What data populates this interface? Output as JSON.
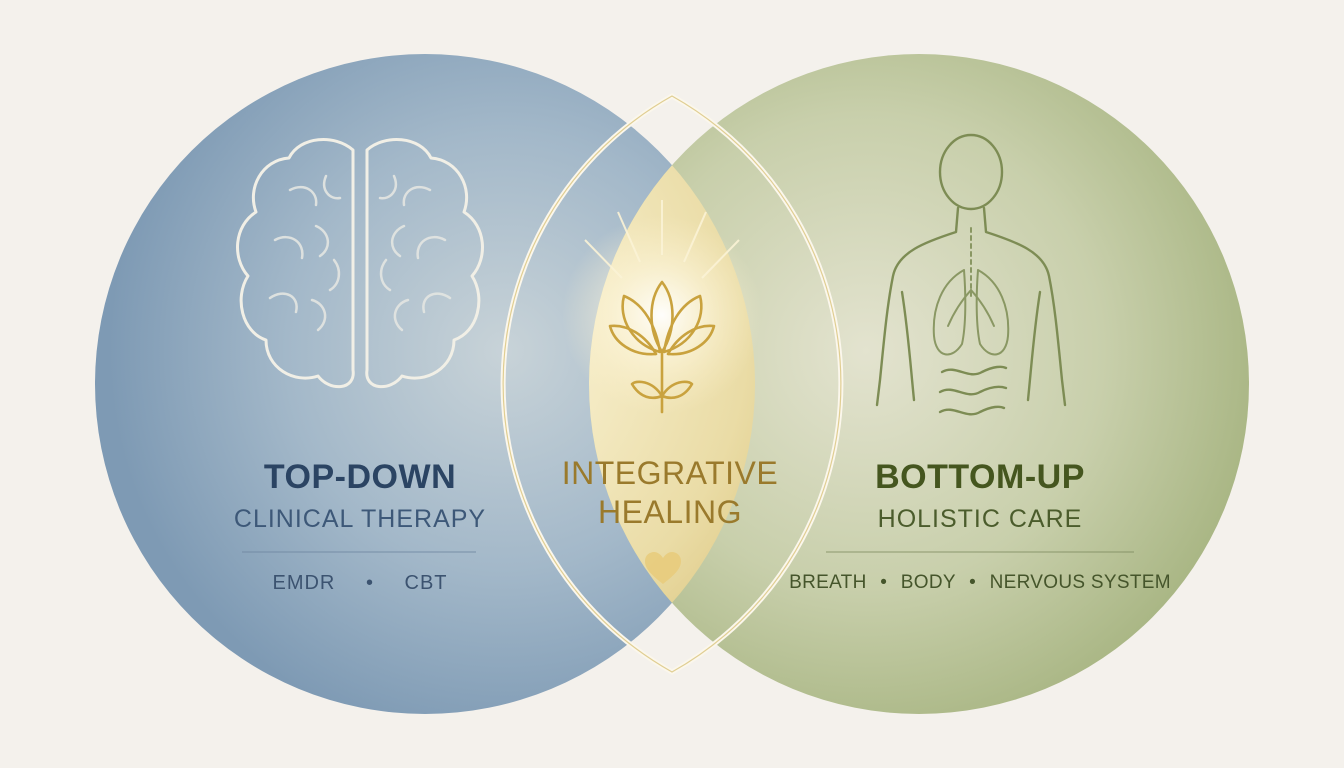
{
  "left": {
    "title": "TOP-DOWN",
    "subtitle": "CLINICAL THERAPY",
    "items": [
      "EMDR",
      "CBT"
    ],
    "icon": "brain-icon",
    "color": "#7f9ab4"
  },
  "center": {
    "title_line1": "INTEGRATIVE",
    "title_line2": "HEALING",
    "icon": "lotus-icon",
    "accent_icon": "heart-icon",
    "color": "#e9d69a"
  },
  "right": {
    "title": "BOTTOM-UP",
    "subtitle": "HOLISTIC CARE",
    "items": [
      "BREATH",
      "BODY",
      "NERVOUS SYSTEM"
    ],
    "icon": "human-body-icon",
    "color": "#b3bf8f"
  },
  "separator": "•"
}
